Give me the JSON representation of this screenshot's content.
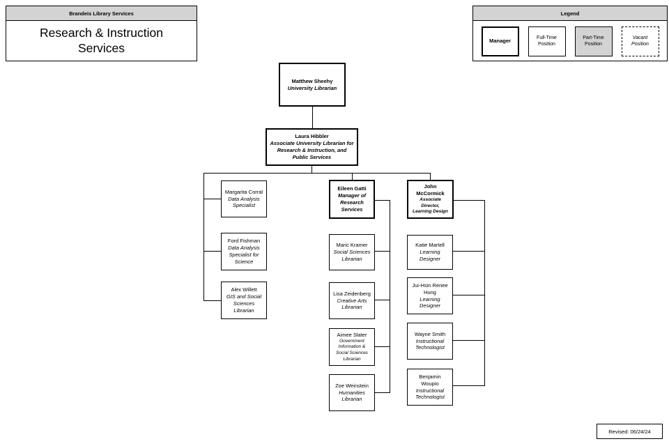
{
  "header": {
    "org_label": "Brandeis Library Services",
    "dept_title": "Research & Instruction Services"
  },
  "legend": {
    "title": "Legend",
    "manager": "Manager",
    "full_time": "Full-Time Position",
    "part_time": "Part-Time Position",
    "vacant": "Vacant Position"
  },
  "colors": {
    "strip_bg": "#d3d3d3",
    "part_time_bg": "#d3d3d3",
    "box_border": "#000000",
    "background": "#ffffff"
  },
  "nodes": {
    "sheehy": {
      "name": "Matthew Sheehy",
      "title": "University Librarian"
    },
    "hibbler": {
      "name": "Laura Hibbler",
      "title": "Associate University Librarian for Research & Instruction, and Public Services"
    },
    "corral": {
      "name": "Margarita Corral",
      "title": "Data Analysis Specialist"
    },
    "fishman": {
      "name": "Ford Fishman",
      "title": "Data Analysis Specialist for Science"
    },
    "willett": {
      "name": "Alex Willett",
      "title": "GIS and Social Sciences Librarian"
    },
    "gatti": {
      "name": "Eileen Gatti",
      "title": "Manager of Research Services"
    },
    "kramer": {
      "name": "Maric Kramer",
      "title": "Social Sciences Librarian"
    },
    "zeidenberg": {
      "name": "Lisa Zeidenberg",
      "title": "Creative Arts Librarian"
    },
    "slater": {
      "name": "Aimee Slater",
      "title": "Government Information & Social Sciences Librarian"
    },
    "weinstein": {
      "name": "Zoe Weinstein",
      "title": "Humanities Librarian"
    },
    "mccormick": {
      "name": "John McCormick",
      "title": "Associate Director, Learning Design"
    },
    "martell": {
      "name": "Katie Martell",
      "title": "Learning Designer"
    },
    "hung": {
      "name": "Jui-Hsin Renee Hung",
      "title": "Learning Designer"
    },
    "smith": {
      "name": "Wayne Smith",
      "title": "Instructional Technologist"
    },
    "woupio": {
      "name": "Benjamin Woupio",
      "title": "Instructional Technologist"
    }
  },
  "footer": {
    "revised": "Revised: 06/24/24"
  }
}
